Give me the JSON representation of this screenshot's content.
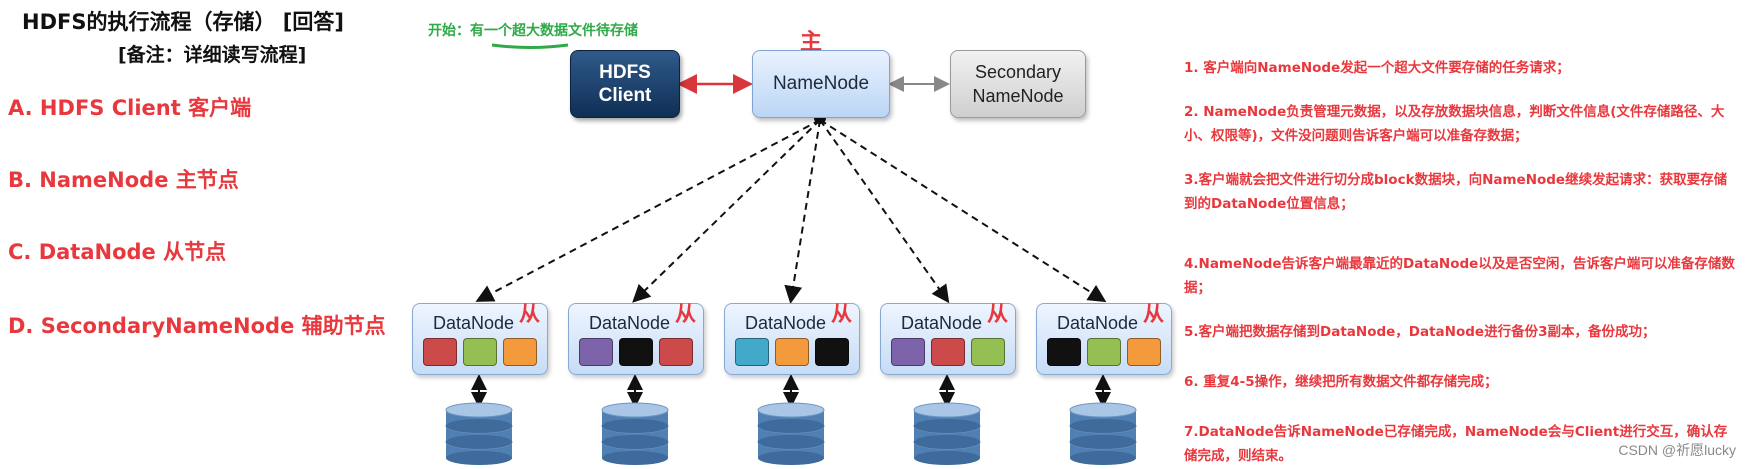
{
  "header": {
    "title": "HDFS的执行流程（存储） [回答]",
    "subtitle": "[备注：详细读写流程]"
  },
  "options": [
    {
      "label": "A. HDFS Client  客户端"
    },
    {
      "label": "B. NameNode  主节点"
    },
    {
      "label": "C. DataNode  从节点"
    },
    {
      "label": "D. SecondaryNameNode 辅助节点"
    }
  ],
  "diagram": {
    "start_note": "开始：有一个超大数据文件待存储",
    "client": {
      "line1": "HDFS",
      "line2": "Client"
    },
    "namenode": {
      "label": "NameNode",
      "mark": "主"
    },
    "secondary": {
      "line1": "Secondary",
      "line2": "NameNode"
    },
    "datanodes": [
      {
        "label": "DataNode",
        "mark": "从",
        "blocks": [
          "#cc4a49",
          "#93bf53",
          "#f29a3c"
        ]
      },
      {
        "label": "DataNode",
        "mark": "从",
        "blocks": [
          "#7d63a9",
          "#111111",
          "#cc4a49"
        ]
      },
      {
        "label": "DataNode",
        "mark": "从",
        "blocks": [
          "#42a9c8",
          "#f29a3c",
          "#111111"
        ]
      },
      {
        "label": "DataNode",
        "mark": "从",
        "blocks": [
          "#7d63a9",
          "#cc4a49",
          "#93bf53"
        ]
      },
      {
        "label": "DataNode",
        "mark": "从",
        "blocks": [
          "#111111",
          "#93bf53",
          "#f29a3c"
        ]
      }
    ],
    "colors": {
      "accent_red": "#e8383d",
      "start_green": "#2eaa48"
    }
  },
  "steps": [
    "1. 客户端向NameNode发起一个超大文件要存储的任务请求；",
    "2. NameNode负责管理元数据，以及存放数据块信息，判断文件信息(文件存储路径、大小、权限等)，文件没问题则告诉客户端可以准备存数据；",
    "3.客户端就会把文件进行切分成block数据块，向NameNode继续发起请求：获取要存储到的DataNode位置信息；",
    "4.NameNode告诉客户端最靠近的DataNode以及是否空闲，告诉客户端可以准备存储数据；",
    "5.客户端把数据存储到DataNode，DataNode进行备份3副本，备份成功；",
    "6. 重复4-5操作，继续把所有数据文件都存储完成；",
    "7.DataNode告诉NameNode已存储完成，NameNode会与Client进行交互，确认存储完成，则结束。"
  ],
  "watermark": "CSDN @祈愿lucky"
}
